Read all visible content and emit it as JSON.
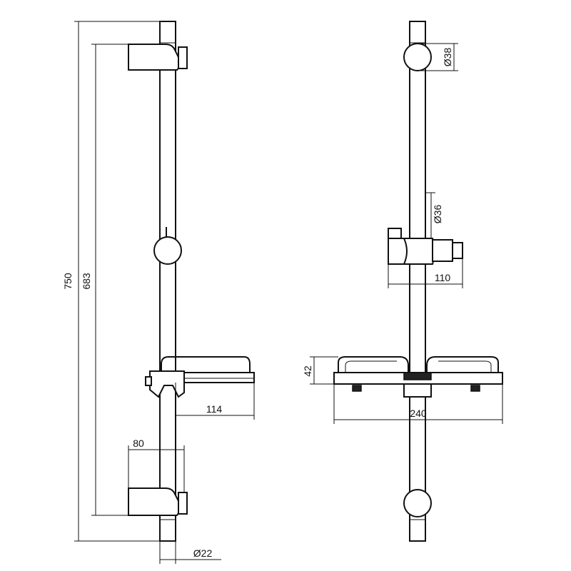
{
  "dimensions": {
    "total_height": "750",
    "bracket_spacing": "683",
    "soap_dish_depth": "114",
    "bracket_depth": "80",
    "rail_diameter": "Ø22",
    "end_cap_diameter": "Ø38",
    "slider_diameter": "Ø36",
    "slider_width": "110",
    "dish_height": "42",
    "dish_width": "240"
  }
}
